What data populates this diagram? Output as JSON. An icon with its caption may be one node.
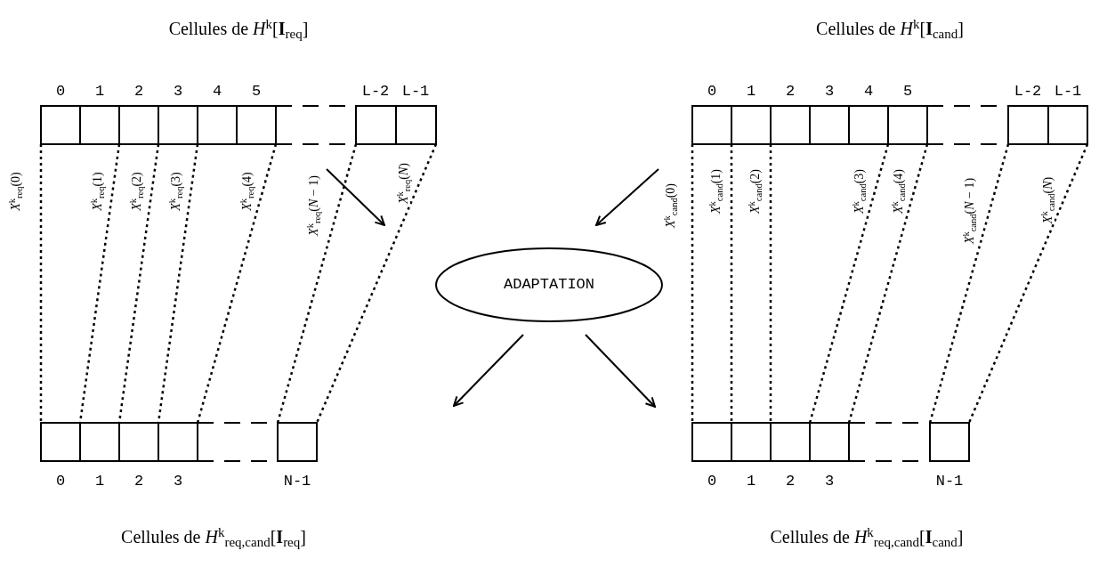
{
  "diagram": {
    "nodes": [
      {
        "text": [
          "Cellules de *H*$^{k}$[**I**$_{req}$]"
        ]
      },
      {
        "text": [
          "Cellules de *H*$^{k}$[**I**$_{cand}$]"
        ]
      },
      {
        "text": [
          "ADAPTATION"
        ]
      },
      {
        "text": [
          "Cellules de *H*$^{k}$$_{req,cand}$[**I**$_{req}$]"
        ]
      },
      {
        "text": [
          "Cellules de *H*$^{k}$$_{req,cand}$[**I**$_{cand}$]"
        ]
      }
    ],
    "edges": [
      {
        "from": 0,
        "to": 2,
        "arrow": "to"
      },
      {
        "from": 1,
        "to": 2,
        "arrow": "to"
      },
      {
        "from": 2,
        "to": null,
        "arrow": "to"
      },
      {
        "from": 2,
        "to": 4,
        "arrow": "to"
      },
      {
        "from": 0,
        "to": 3,
        "arrow": "none",
        "style": "dashed",
        "label": "*X*$^{k}$$_{req}$(0)"
      },
      {
        "from": 0,
        "to": 3,
        "arrow": "none",
        "style": "dashed",
        "label": "*X*$^{k}$$_{req}$(1)"
      },
      {
        "from": 0,
        "to": 3,
        "arrow": "none",
        "style": "dashed",
        "label": "*X*$^{k}$$_{req}$(2)"
      },
      {
        "from": 0,
        "to": 3,
        "arrow": "none",
        "style": "dashed",
        "label": "*X*$^{k}$$_{req}$(3)"
      },
      {
        "from": 0,
        "to": 3,
        "arrow": "none",
        "style": "dashed",
        "label": "*X*$^{k}$$_{req}$(4)"
      },
      {
        "from": 0,
        "to": 3,
        "arrow": "none",
        "style": "dashed",
        "label": "*X*$^{k}$$_{req}$(*N* − 1)"
      },
      {
        "from": 0,
        "to": 3,
        "arrow": "none",
        "style": "dashed",
        "label": "*X*$^{k}$$_{req}$(*N*)"
      },
      {
        "from": 1,
        "to": 4,
        "arrow": "none",
        "style": "dashed",
        "label": "*X*$^{k}$$_{cand}$(0)"
      },
      {
        "from": 1,
        "to": 4,
        "arrow": "none",
        "style": "dashed",
        "label": "*X*$^{k}$$_{cand}$(1)"
      },
      {
        "from": 1,
        "to": 4,
        "arrow": "none",
        "style": "dashed",
        "label": "*X*$^{k}$$_{cand}$(2)"
      },
      {
        "from": 1,
        "to": 4,
        "arrow": "none",
        "style": "dashed",
        "label": "*X*$^{k}$$_{cand}$(3)"
      },
      {
        "from": 1,
        "to": 4,
        "arrow": "none",
        "style": "dashed",
        "label": "*X*$^{k}$$_{cand}$(4)"
      },
      {
        "from": 1,
        "to": 4,
        "arrow": "none",
        "style": "dashed",
        "label": "*X*$^{k}$$_{cand}$(*N* − 1)"
      },
      {
        "from": 1,
        "to": 4,
        "arrow": "none",
        "style": "dashed",
        "label": "*X*$^{k}$$_{cand}$(*N*)"
      }
    ],
    "labels": [
      "0",
      "1",
      "2",
      "3",
      "4",
      "5",
      "L-2",
      "L-1",
      "0",
      "1",
      "2",
      "3",
      "4",
      "5",
      "L-2",
      "L-1",
      "0",
      "1",
      "2",
      "3",
      "N-1",
      "0",
      "1",
      "2",
      "3",
      "N-1"
    ]
  }
}
